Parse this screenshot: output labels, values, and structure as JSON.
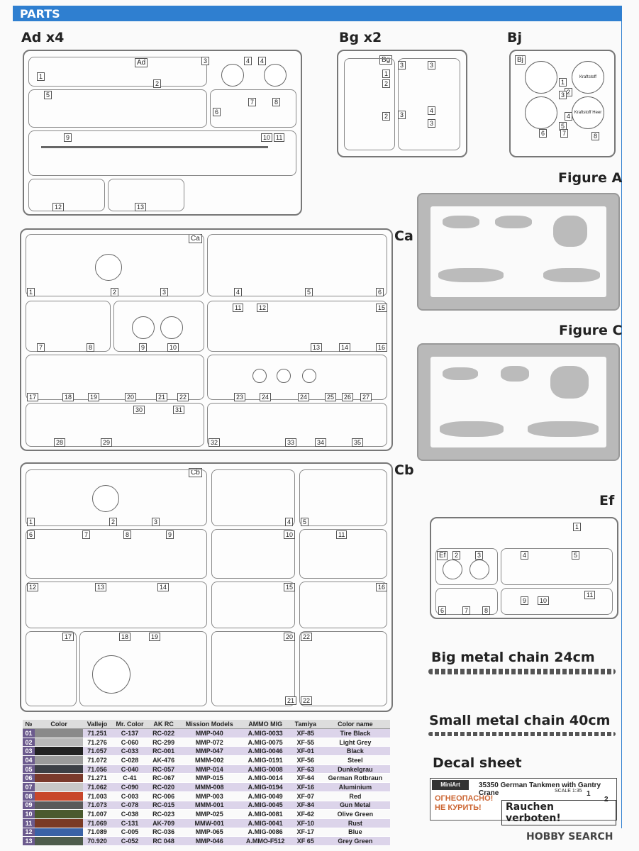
{
  "header": {
    "title": "PARTS"
  },
  "sprues": {
    "ad": {
      "label": "Ad x4",
      "frame": "Ad",
      "nums": [
        "1",
        "2",
        "3",
        "4",
        "4",
        "5",
        "6",
        "7",
        "8",
        "9",
        "10",
        "11",
        "12",
        "13"
      ]
    },
    "bg": {
      "label": "Bg x2",
      "frame": "Bg",
      "nums": [
        "1",
        "2",
        "3",
        "3",
        "4",
        "2",
        "3",
        "3"
      ]
    },
    "bj": {
      "label": "Bj",
      "frame": "Bj",
      "nums": [
        "1",
        "2",
        "3",
        "4",
        "5",
        "6",
        "7",
        "8"
      ],
      "discs": [
        "Kraftstoff",
        "Kraftstoff Heer"
      ]
    },
    "ca": {
      "label": "Ca",
      "frame": "Ca",
      "nums": [
        "1",
        "2",
        "3",
        "4",
        "5",
        "6",
        "7",
        "8",
        "9",
        "10",
        "11",
        "12",
        "13",
        "14",
        "15",
        "16",
        "17",
        "18",
        "19",
        "20",
        "21",
        "22",
        "23",
        "24",
        "24",
        "25",
        "26",
        "27",
        "28",
        "29",
        "30",
        "31",
        "32",
        "33",
        "34",
        "35"
      ]
    },
    "cb": {
      "label": "Cb",
      "frame": "Cb",
      "nums": [
        "1",
        "2",
        "3",
        "4",
        "5",
        "6",
        "7",
        "8",
        "9",
        "10",
        "11",
        "12",
        "13",
        "14",
        "15",
        "16",
        "17",
        "18",
        "19",
        "20",
        "21",
        "22",
        "22"
      ]
    },
    "ef": {
      "label": "Ef",
      "frame": "Ef",
      "nums": [
        "1",
        "2",
        "3",
        "4",
        "5",
        "6",
        "7",
        "8",
        "9",
        "10",
        "11"
      ]
    }
  },
  "figures": {
    "a": {
      "label": "Figure A"
    },
    "c": {
      "label": "Figure C"
    }
  },
  "chains": {
    "big": {
      "label": "Big metal chain  24cm"
    },
    "small": {
      "label": "Small metal chain  40cm"
    }
  },
  "decal": {
    "label": "Decal sheet",
    "logo": "MiniArt",
    "title": "35350 German Tankmen with Gantry Crane",
    "scale": "SCALE 1:35",
    "ru1": "ОГНЕОПАСНО!",
    "ru2": "НЕ КУРИТЬ!",
    "sign": "Rauchen verboten!",
    "n1": "1",
    "n2": "2"
  },
  "paint_table": {
    "headers": [
      "№",
      "Color",
      "Vallejo",
      "Mr. Color",
      "AK RC",
      "Mission Models",
      "AMMO MIG",
      "Tamiya",
      "Color name"
    ],
    "rows": [
      {
        "idx": "01",
        "swatch": "#8a8a8a",
        "vallejo": "71.251",
        "mr": "C-137",
        "ak": "RC-022",
        "mm": "MMP-040",
        "ammo": "A.MIG-0033",
        "tamiya": "XF-85",
        "name": "Tire Black"
      },
      {
        "idx": "02",
        "swatch": "#b9b9b9",
        "vallejo": "71.276",
        "mr": "C-060",
        "ak": "RC-299",
        "mm": "MMP-072",
        "ammo": "A.MIG-0075",
        "tamiya": "XF-55",
        "name": "Light Grey"
      },
      {
        "idx": "03",
        "swatch": "#222222",
        "vallejo": "71.057",
        "mr": "C-033",
        "ak": "RC-001",
        "mm": "MMP-047",
        "ammo": "A.MIG-0046",
        "tamiya": "XF-01",
        "name": "Black"
      },
      {
        "idx": "04",
        "swatch": "#9a9a9a",
        "vallejo": "71.072",
        "mr": "C-028",
        "ak": "AK-476",
        "mm": "MMM-002",
        "ammo": "A.MIG-0191",
        "tamiya": "XF-56",
        "name": "Steel"
      },
      {
        "idx": "05",
        "swatch": "#3c3f45",
        "vallejo": "71.056",
        "mr": "C-040",
        "ak": "RC-057",
        "mm": "MMP-014",
        "ammo": "A.MIG-0008",
        "tamiya": "XF-63",
        "name": "Dunkelgrau"
      },
      {
        "idx": "06",
        "swatch": "#7a3a2c",
        "vallejo": "71.271",
        "mr": "C-41",
        "ak": "RC-067",
        "mm": "MMP-015",
        "ammo": "A.MIG-0014",
        "tamiya": "XF-64",
        "name": "German Rotbraun"
      },
      {
        "idx": "07",
        "swatch": "#c8c8c8",
        "vallejo": "71.062",
        "mr": "C-090",
        "ak": "RC-020",
        "mm": "MMM-008",
        "ammo": "A.MIG-0194",
        "tamiya": "XF-16",
        "name": "Aluminium"
      },
      {
        "idx": "08",
        "swatch": "#c8472a",
        "vallejo": "71.003",
        "mr": "C-003",
        "ak": "RC-006",
        "mm": "MMP-003",
        "ammo": "A.MIG-0049",
        "tamiya": "XF-07",
        "name": "Red"
      },
      {
        "idx": "09",
        "swatch": "#5a5a5a",
        "vallejo": "71.073",
        "mr": "C-078",
        "ak": "RC-015",
        "mm": "MMM-001",
        "ammo": "A.MIG-0045",
        "tamiya": "XF-84",
        "name": "Gun Metal"
      },
      {
        "idx": "10",
        "swatch": "#4a5a2e",
        "vallejo": "71.007",
        "mr": "C-038",
        "ak": "RC-023",
        "mm": "MMP-025",
        "ammo": "A.MIG-0081",
        "tamiya": "XF-62",
        "name": "Olive Green"
      },
      {
        "idx": "11",
        "swatch": "#7a3a25",
        "vallejo": "71.069",
        "mr": "C-131",
        "ak": "AK-709",
        "mm": "MMW-001",
        "ammo": "A.MIG-0041",
        "tamiya": "XF-10",
        "name": "Rust"
      },
      {
        "idx": "12",
        "swatch": "#3a62a6",
        "vallejo": "71.089",
        "mr": "C-005",
        "ak": "RC-036",
        "mm": "MMP-065",
        "ammo": "A.MIG-0086",
        "tamiya": "XF-17",
        "name": "Blue"
      },
      {
        "idx": "13",
        "swatch": "#4e5c4c",
        "vallejo": "70.920",
        "mr": "C-052",
        "ak": "RC 048",
        "mm": "MMP-046",
        "ammo": "A.MMO-F512",
        "tamiya": "XF 65",
        "name": "Grey Green"
      }
    ]
  },
  "watermark": "HOBBY SEARCH"
}
